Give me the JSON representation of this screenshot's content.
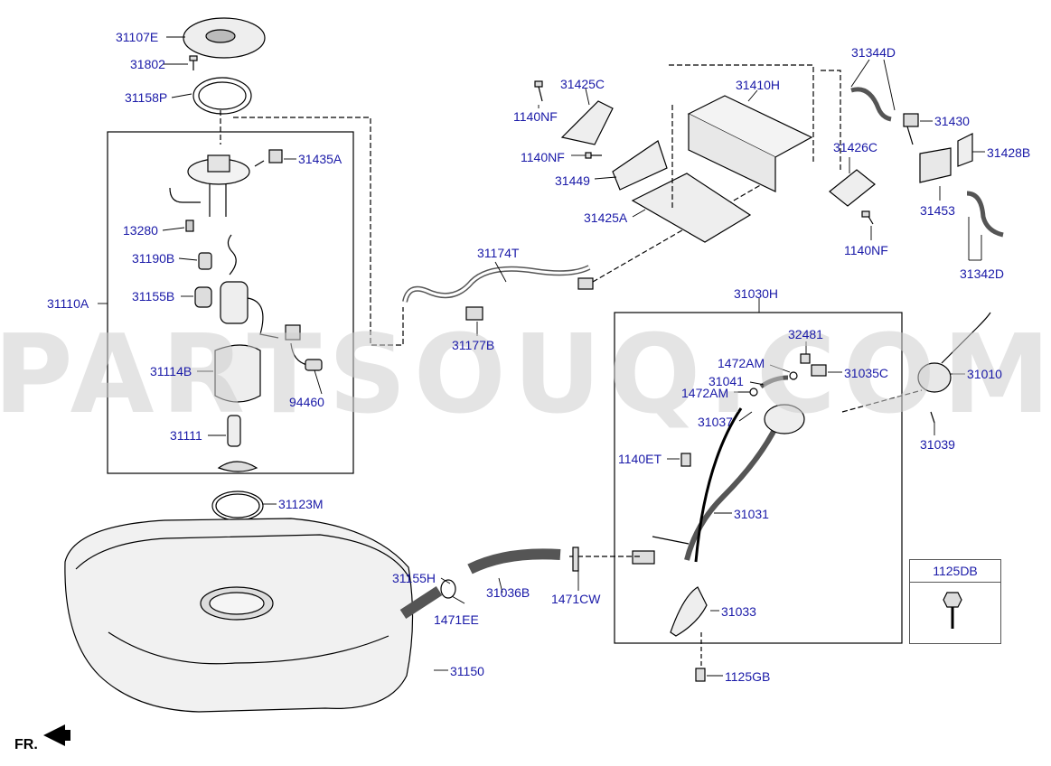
{
  "watermark": "PARTSOUQ.COM",
  "front_indicator": "FR.",
  "legend": {
    "code": "1125DB"
  },
  "callouts": {
    "p31107E": "31107E",
    "p31802": "31802",
    "p31158P": "31158P",
    "p31435A": "31435A",
    "p13280": "13280",
    "p31190B": "31190B",
    "p31155B": "31155B",
    "p31110A": "31110A",
    "p31114B": "31114B",
    "p94460": "94460",
    "p31111": "31111",
    "p31123M": "31123M",
    "p31150": "31150",
    "p31155H": "31155H",
    "p1471EE": "1471EE",
    "p31036B": "31036B",
    "p1471CW": "1471CW",
    "p31174T": "31174T",
    "p31177B": "31177B",
    "p31425C": "31425C",
    "p1140NF_a": "1140NF",
    "p1140NF_b": "1140NF",
    "p31449": "31449",
    "p31425A": "31425A",
    "p31410H": "31410H",
    "p31426C": "31426C",
    "p1140NF_c": "1140NF",
    "p31344D": "31344D",
    "p31430": "31430",
    "p31428B": "31428B",
    "p31453": "31453",
    "p31342D": "31342D",
    "p31030H": "31030H",
    "p32481": "32481",
    "p1472AM_a": "1472AM",
    "p31041": "31041",
    "p1472AM_b": "1472AM",
    "p31035C": "31035C",
    "p31010": "31010",
    "p31037": "31037",
    "p31039": "31039",
    "p1140ET": "1140ET",
    "p31031": "31031",
    "p31033": "31033",
    "p1125GB": "1125GB"
  }
}
